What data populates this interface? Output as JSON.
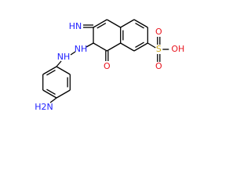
{
  "molecule": {
    "labels": {
      "imine": "HN",
      "hydrazo": "NH",
      "hydrazo2": "NH",
      "carbonyl_o": "O",
      "sulfonate_s": "S",
      "sulfonate_o_top": "O",
      "sulfonate_oh": "OH",
      "sulfonate_o_bottom": "O",
      "amine": "H2N"
    },
    "label_colors": {
      "nitrogen": "#2222ff",
      "oxygen": "#e8141e",
      "sulfur": "#c8a414",
      "carbon_bond": "#000000"
    }
  }
}
